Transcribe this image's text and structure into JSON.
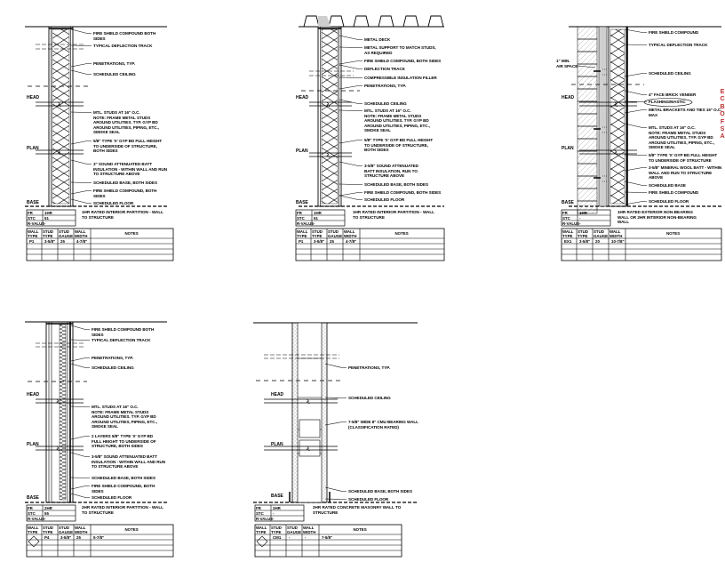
{
  "level_labels": {
    "head": "HEAD",
    "plan": "PLAN",
    "base": "BASE"
  },
  "side_note": [
    "E",
    "C",
    "B",
    "O",
    "F",
    "S",
    "A"
  ],
  "colors": {
    "line": "#000000",
    "fill_gray": "#cfcfcf",
    "side_note": "#e0201a"
  },
  "notes_table_headers": [
    "WALL\nTYPE",
    "STUD\nTYPE",
    "STUD\nGAUGE",
    "WALL\nWIDTH",
    "NOTES"
  ],
  "info_table_keys": [
    "FR",
    "STC",
    "R-VALUE"
  ],
  "panels": [
    {
      "name": "wall-section-1hr-interior",
      "labels": [
        "FIRE SHIELD COMPOUND BOTH\nSIDES",
        "TYPICAL DEFLECTION TRACK",
        "PENETRATIONS, TYP.",
        "SCHEDULED CEILING",
        "MTL. STUDS AT 16\" O.C.\nNOTE: FRAME METAL STUDS\nAROUND UTILITIES. TYP. GYP BD\nAROUND UTILITIES, PIPING, ETC.,\nSMOKE SEAL",
        "5/8\" TYPE 'X' GYP BD FULL HEIGHT\nTO UNDERSIDE OF STRUCTURE,\nBOTH SIDES",
        "3\" SOUND ATTENUATED BATT\nINSULATION - WITHIN WALL AND RUN\nTO STRUCTURE ABOVE",
        "SCHEDULED BASE, BOTH SIDES",
        "FIRE SHIELD COMPOUND, BOTH\nSIDES",
        "SCHEDULED FLOOR"
      ],
      "info_values": [
        "1HR",
        "51",
        "-"
      ],
      "description": "1HR RATED INTERIOR PARTITION - WALL\nTO STRUCTURE",
      "row": [
        "P1",
        "3-5/8\"",
        "25",
        "4-7/8\"",
        ""
      ]
    },
    {
      "name": "wall-section-1hr-interior-metal-deck",
      "labels": [
        "METAL DECK",
        "METAL SUPPORT TO MATCH STUDS,\nAS REQUIRED",
        "FIRE SHIELD COMPOUND, BOTH SIDES",
        "DEFLECTION TRACK",
        "COMPRESSIBLE INSULATION FILLER",
        "PENETRATIONS, TYP.",
        "SCHEDULED CEILING",
        "MTL. STUDS AT 16\" O.C.\nNOTE: FRAME METAL STUDS\nAROUND UTILITIES. TYP. GYP BD\nAROUND UTILITIES, PIPING, ETC.,\nSMOKE SEAL",
        "5/8\" TYPE 'X' GYP BD FULL HEIGHT\nTO UNDERSIDE OF STRUCTURE,\nBOTH SIDES",
        "3-5/8\" SOUND ATTENUATED\nBATT INSULATION, RUN TO\nSTRUCTURE ABOVE",
        "SCHEDULED BASE, BOTH SIDES",
        "FIRE SHIELD COMPOUND, BOTH SIDES",
        "SCHEDULED FLOOR"
      ],
      "info_values": [
        "1HR",
        "51",
        "-"
      ],
      "description": "1HR RATED INTERIOR PARTITION - WALL\nTO STRUCTURE",
      "row": [
        "P1",
        "3-5/8\"",
        "25",
        "4-7/8\"",
        ""
      ]
    },
    {
      "name": "wall-section-exterior-brick",
      "labels": [
        "FIRE SHIELD COMPOUND",
        "TYPICAL DEFLECTION TRACK",
        "SCHEDULED CEILING",
        "4\" FACE BRICK VENEER",
        "FLASHING/MASTIC",
        "METAL BRACKETS AND TIES 16\" O.C.\nMAX",
        "MTL. STUDS AT 16\" O.C.\nNOTE: FRAME METAL STUDS\nAROUND UTILITIES. TYP. GYP BD\nAROUND UTILITIES, PIPING, ETC.,\nSMOKE SEAL",
        "5/8\" TYPE 'X' GYP BD FULL HEIGHT\nTO UNDERSIDE OF STRUCTURE",
        "3-5/8\" MINERAL WOOL BATT - WITHIN\nWALL AND RUN TO STRUCTURE\nABOVE",
        "SCHEDULED BASE",
        "FIRE SHIELD COMPOUND",
        "SCHEDULED FLOOR"
      ],
      "air_space_label": "1\" MIN.\nAIR SPACE",
      "info_values": [
        "1HR",
        "-",
        "-"
      ],
      "description": "1HR RATED EXTERIOR NON-BEARING\nWALL OR 2HR INTERIOR NON-BEARING\nWALL",
      "row": [
        "EX1",
        "3-5/8\"",
        "20",
        "10-7/8\"",
        ""
      ]
    },
    {
      "name": "wall-section-2hr-interior",
      "labels": [
        "FIRE SHIELD COMPOUND BOTH\nSIDES",
        "TYPICAL DEFLECTION TRACK",
        "PENETRATIONS, TYP.",
        "SCHEDULED CEILING",
        "MTL. STUDS AT 16\" O.C.\nNOTE: FRAME METAL STUDS\nAROUND UTILITIES. TYP. GYP BD\nAROUND UTILITIES, PIPING, ETC.,\nSMOKE SEAL",
        "2 LAYERS 5/8\" TYPE 'X' GYP BD\nFULL HEIGHT TO UNDERSIDE OF\nSTRUCTURE, BOTH SIDES",
        "3-5/8\" SOUND ATTENUATED BATT\nINSULATION - WITHIN WALL AND RUN\nTO STRUCTURE ABOVE",
        "SCHEDULED BASE, BOTH SIDES",
        "FIRE SHIELD COMPOUND, BOTH\nSIDES",
        "SCHEDULED FLOOR"
      ],
      "info_values": [
        "2HR",
        "55",
        "-"
      ],
      "description": "2HR RATED INTERIOR PARTITION - WALL\nTO STRUCTURE",
      "row": [
        "",
        "P4",
        "3-5/8\"",
        "25",
        "5-7/8\""
      ]
    },
    {
      "name": "wall-section-2hr-cmu",
      "labels": [
        "PENETRATIONS, TYP.",
        "SCHEDULED CEILING",
        "7-5/8\" WIDE 8\" CMU BEARING WALL\n(CLASSIFICATION RATED)",
        "SCHEDULED BASE, BOTH SIDES",
        "SCHEDULED FLOOR"
      ],
      "info_values": [
        "2HR",
        "-",
        "-"
      ],
      "description": "2HR RATED CONCRETE MASONRY WALL TO\nSTRUCTURE",
      "row": [
        "",
        "CM1",
        "-",
        "-",
        "7-5/8\""
      ]
    }
  ]
}
